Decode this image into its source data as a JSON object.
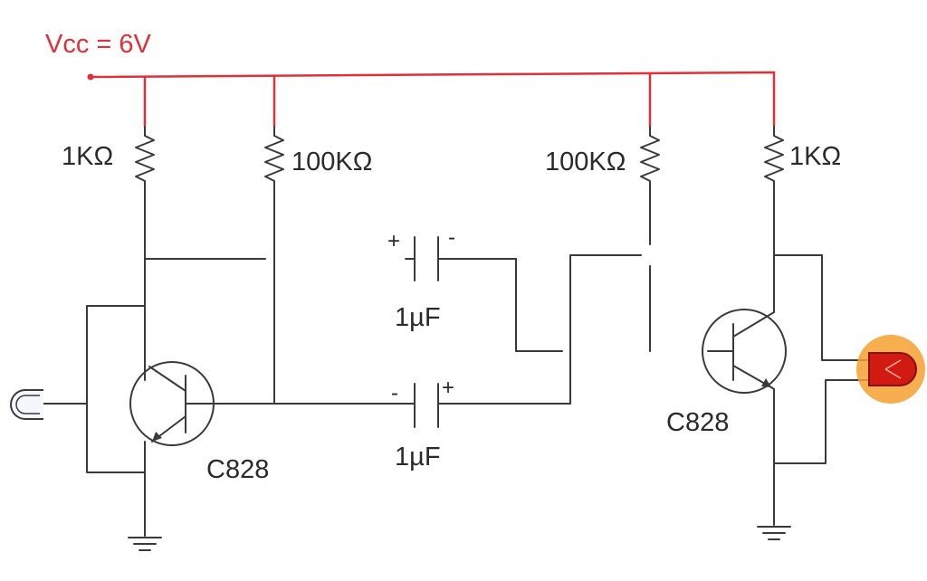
{
  "supply": {
    "label": "Vcc = 6V",
    "color": "#e0303a"
  },
  "resistors": {
    "r1": "1KΩ",
    "r2": "100KΩ",
    "r3": "100KΩ",
    "r4": "1KΩ"
  },
  "capacitors": {
    "c1": {
      "value": "1µF",
      "pos": "+",
      "neg": "-"
    },
    "c2": {
      "value": "1µF",
      "pos": "+",
      "neg": "-"
    }
  },
  "transistors": {
    "q1": "C828",
    "q2": "C828"
  },
  "colors": {
    "wire": "#3a3a3a",
    "led_body": "#d11a12",
    "led_glow": "#f5a030"
  }
}
